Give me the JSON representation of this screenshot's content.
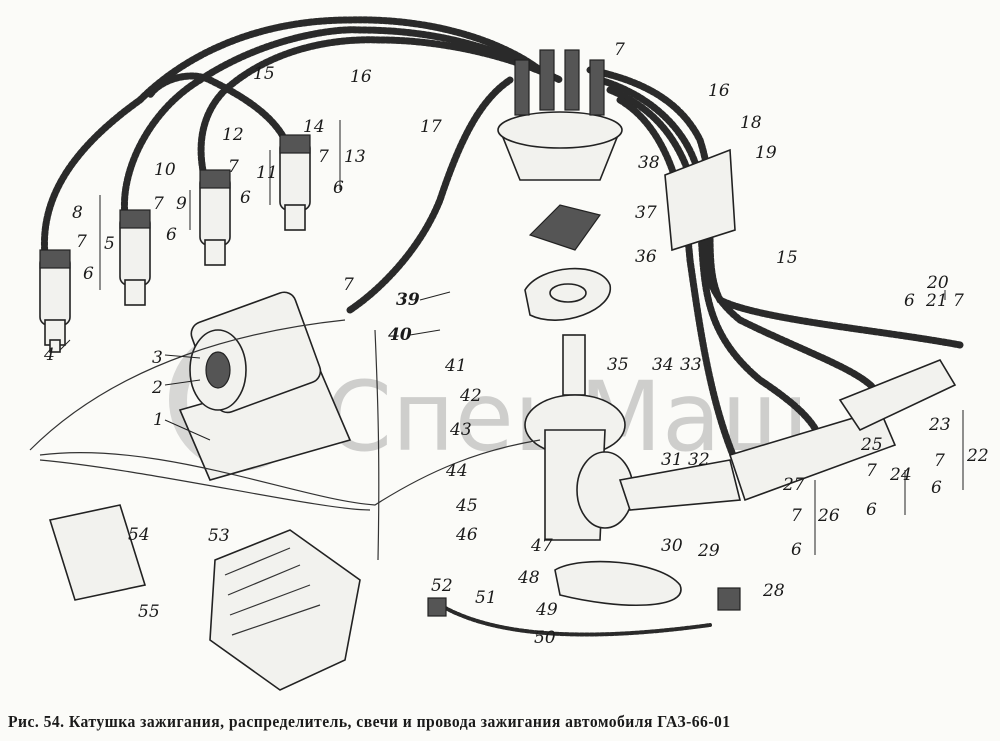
{
  "caption": "Рис. 54. Катушка зажигания, распределитель, свечи и провода зажигания автомобиля ГАЗ-66-01",
  "watermark": "СпецМаш",
  "labels": [
    "15",
    "16",
    "7",
    "16",
    "17",
    "18",
    "19",
    "38",
    "14",
    "7",
    "13",
    "6",
    "12",
    "7",
    "11",
    "6",
    "10",
    "7",
    "9",
    "6",
    "8",
    "7",
    "5",
    "6",
    "4",
    "37",
    "36",
    "15",
    "20",
    "6",
    "21",
    "7",
    "7",
    "39",
    "40",
    "41",
    "42",
    "3",
    "2",
    "1",
    "35",
    "34",
    "33",
    "43",
    "31",
    "32",
    "23",
    "25",
    "22",
    "7",
    "7",
    "24",
    "6",
    "44",
    "27",
    "7",
    "26",
    "6",
    "6",
    "45",
    "46",
    "54",
    "53",
    "47",
    "30",
    "29",
    "48",
    "28",
    "52",
    "51",
    "49",
    "50",
    "55"
  ]
}
